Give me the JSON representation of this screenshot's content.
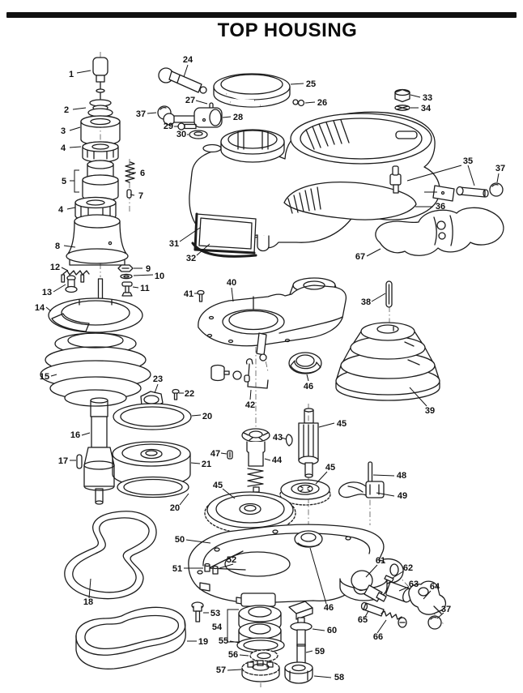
{
  "header": {
    "title": "TOP HOUSING"
  },
  "callouts": {
    "n1": "1",
    "n2": "2",
    "n3": "3",
    "n4a": "4",
    "n4b": "4",
    "n5": "5",
    "n6": "6",
    "n7": "7",
    "n8": "8",
    "n9": "9",
    "n10": "10",
    "n11": "11",
    "n12": "12",
    "n13": "13",
    "n14": "14",
    "n15": "15",
    "n16": "16",
    "n17": "17",
    "n18": "18",
    "n19": "19",
    "n20a": "20",
    "n20b": "20",
    "n21": "21",
    "n22": "22",
    "n23": "23",
    "n24": "24",
    "n25": "25",
    "n26": "26",
    "n27": "27",
    "n28": "28",
    "n29": "29",
    "n30": "30",
    "n31": "31",
    "n32": "32",
    "n33": "33",
    "n34": "34",
    "n35": "35",
    "n36": "36",
    "n37a": "37",
    "n37b": "37",
    "n37c": "37",
    "n38": "38",
    "n39": "39",
    "n40": "40",
    "n41": "41",
    "n42": "42",
    "n43": "43",
    "n44": "44",
    "n45a": "45",
    "n45b": "45",
    "n45c": "45",
    "n46a": "46",
    "n46b": "46",
    "n47": "47",
    "n48": "48",
    "n49": "49",
    "n50": "50",
    "n51": "51",
    "n52": "52",
    "n53": "53",
    "n54": "54",
    "n55": "55",
    "n56": "56",
    "n57": "57",
    "n58": "58",
    "n59": "59",
    "n60": "60",
    "n61": "61",
    "n62": "62",
    "n63": "63",
    "n64": "64",
    "n65": "65",
    "n66": "66",
    "n67": "67"
  }
}
